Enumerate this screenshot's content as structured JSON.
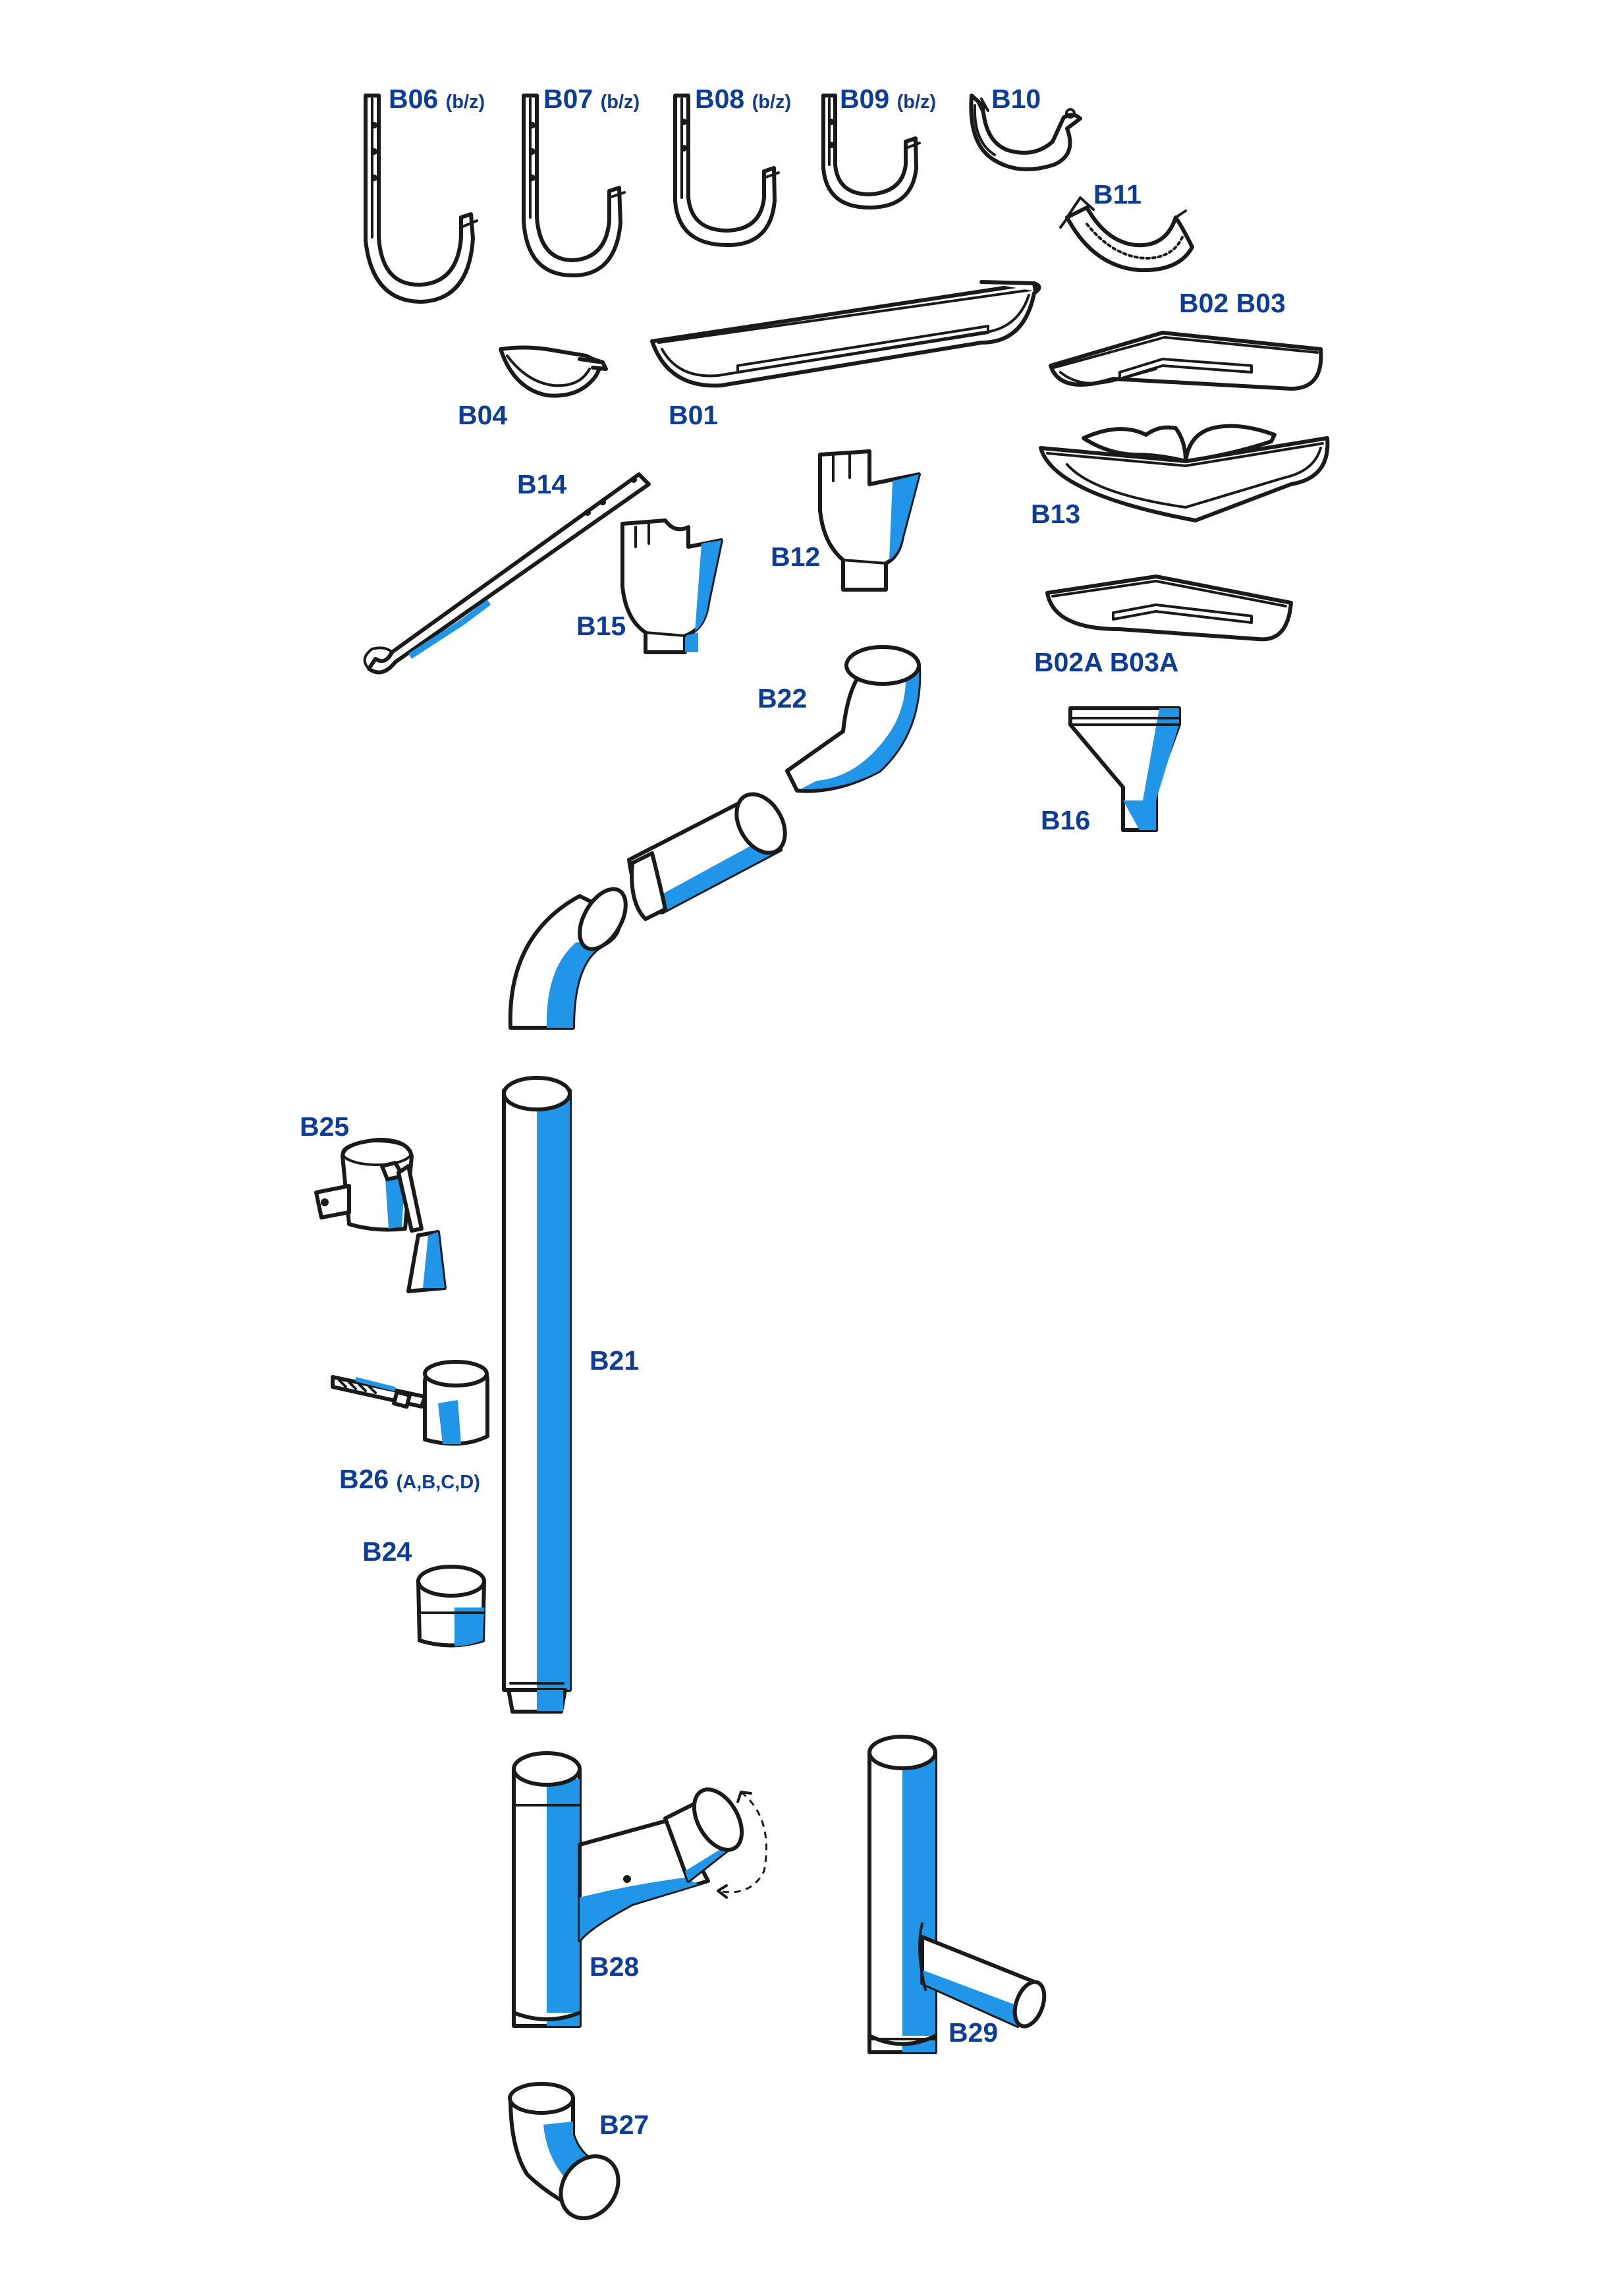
{
  "colors": {
    "label": "#0d3d94",
    "accent": "#2196e8",
    "outline": "#1a1a1a",
    "background": "#ffffff"
  },
  "labels": {
    "b06": {
      "code": "B06",
      "suffix": "(b/z)"
    },
    "b07": {
      "code": "B07",
      "suffix": "(b/z)"
    },
    "b08": {
      "code": "B08",
      "suffix": "(b/z)"
    },
    "b09": {
      "code": "B09",
      "suffix": "(b/z)"
    },
    "b10": {
      "code": "B10"
    },
    "b11": {
      "code": "B11"
    },
    "b02b03": {
      "code": "B02 B03"
    },
    "b04": {
      "code": "B04"
    },
    "b01": {
      "code": "B01"
    },
    "b14": {
      "code": "B14"
    },
    "b13": {
      "code": "B13"
    },
    "b12": {
      "code": "B12"
    },
    "b15": {
      "code": "B15"
    },
    "b02ab03a": {
      "code": "B02A B03A"
    },
    "b22": {
      "code": "B22"
    },
    "b16": {
      "code": "B16"
    },
    "b25": {
      "code": "B25"
    },
    "b21": {
      "code": "B21"
    },
    "b26": {
      "code": "B26",
      "suffix": "(A,B,C,D)"
    },
    "b24": {
      "code": "B24"
    },
    "b28": {
      "code": "B28"
    },
    "b29": {
      "code": "B29"
    },
    "b27": {
      "code": "B27"
    }
  }
}
